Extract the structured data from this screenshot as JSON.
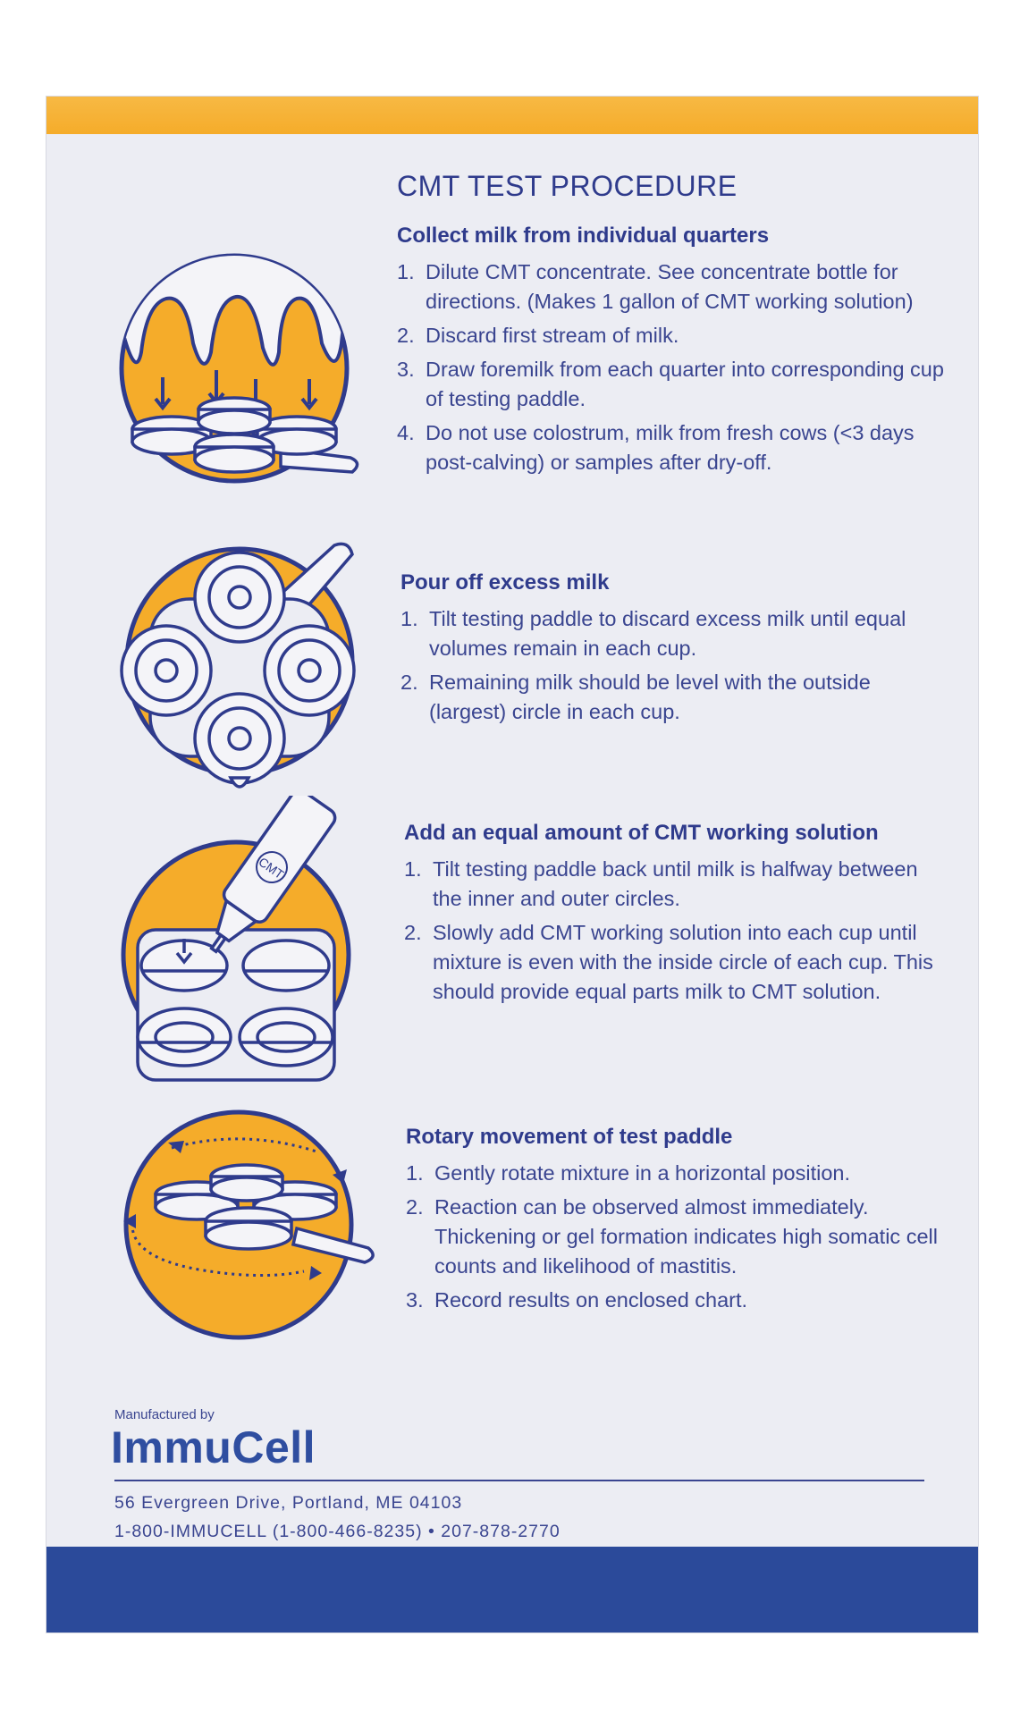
{
  "title": "CMT TEST PROCEDURE",
  "sections": [
    {
      "heading": "Collect milk from individual quarters",
      "steps": [
        {
          "num": "1.",
          "text": "Dilute CMT concentrate. See concentrate bottle for directions. (Makes 1 gallon of CMT working solution)"
        },
        {
          "num": "2.",
          "text": "Discard first stream of milk."
        },
        {
          "num": "3.",
          "text": "Draw foremilk from each quarter into corresponding cup of testing paddle."
        },
        {
          "num": "4.",
          "text": "Do not use colostrum, milk from fresh cows (<3 days post-calving) or samples after dry-off."
        }
      ]
    },
    {
      "heading": "Pour off excess milk",
      "steps": [
        {
          "num": "1.",
          "text": "Tilt testing paddle to discard excess milk until equal volumes remain in each cup."
        },
        {
          "num": "2.",
          "text": "Remaining milk should be level with the outside (largest) circle in each cup."
        }
      ]
    },
    {
      "heading": "Add an equal amount of CMT working solution",
      "steps": [
        {
          "num": "1.",
          "text": "Tilt testing paddle back until milk is halfway between the inner and outer circles."
        },
        {
          "num": "2.",
          "text": "Slowly add CMT working solution into each cup until mixture is even with the inside circle of each cup. This should provide equal parts milk to CMT solution."
        }
      ]
    },
    {
      "heading": "Rotary movement of test paddle",
      "steps": [
        {
          "num": "1.",
          "text": "Gently rotate mixture in a horizontal position."
        },
        {
          "num": "2.",
          "text": "Reaction can be observed almost immediately. Thickening or gel formation indicates high somatic cell counts and likelihood of mastitis."
        },
        {
          "num": "3.",
          "text": "Record results on enclosed chart."
        }
      ]
    }
  ],
  "bottle_label": "CMT",
  "footer": {
    "manufactured_by": "Manufactured by",
    "company": "ImmuCell",
    "address": "56 Evergreen Drive, Portland, ME 04103",
    "phone": "1-800-IMMUCELL (1-800-466-8235) • 207-878-2770"
  },
  "colors": {
    "navy": "#2f3b8c",
    "orange": "#f5ac2a",
    "panel": "#ecedf3",
    "band": "#2b4a9a"
  }
}
